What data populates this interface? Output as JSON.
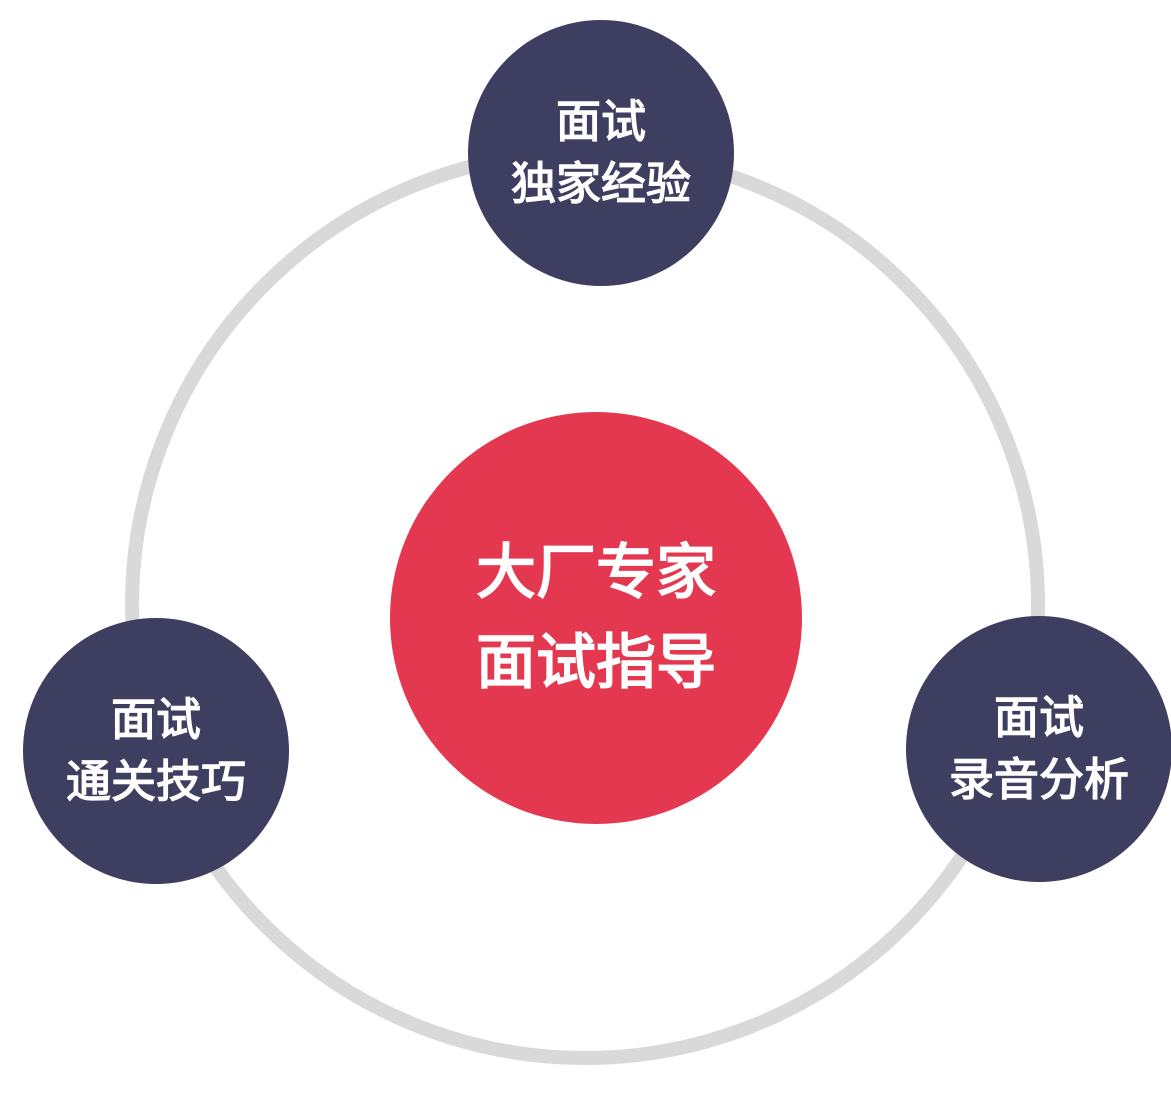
{
  "center": {
    "line1": "大厂专家",
    "line2": "面试指导",
    "color": "#e3384f"
  },
  "nodes": {
    "top": {
      "line1": "面试",
      "line2": "独家经验"
    },
    "left": {
      "line1": "面试",
      "line2": "通关技巧"
    },
    "right": {
      "line1": "面试",
      "line2": "录音分析"
    },
    "color": "#3e3e61"
  },
  "ring_color": "#d9d9d9"
}
